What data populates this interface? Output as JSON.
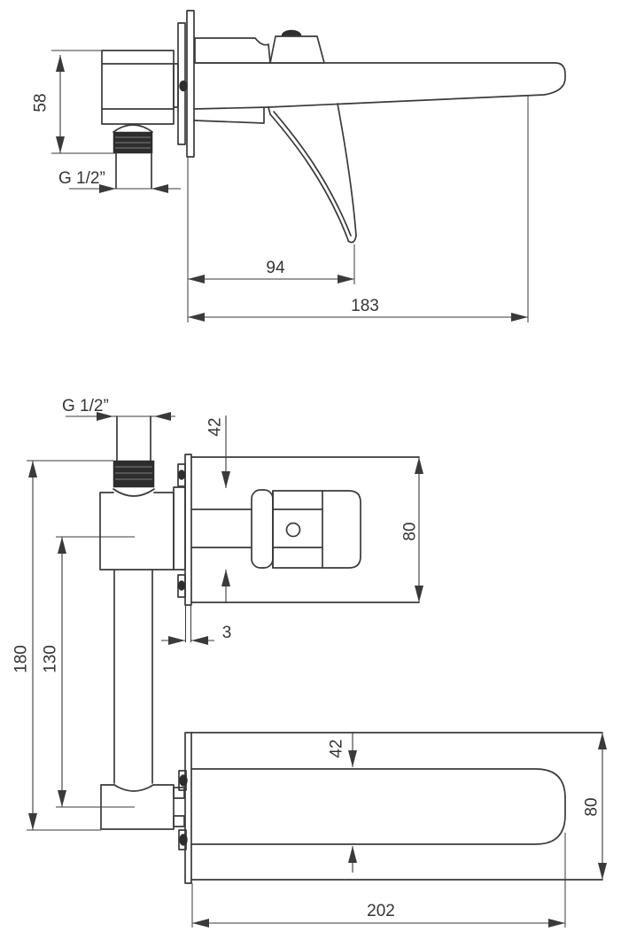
{
  "drawing": {
    "type": "technical-dimension-drawing",
    "subject": "wall-mounted basin mixer tap, two orthographic views",
    "background_color": "#ffffff",
    "line_color": "#3a3a3a",
    "views": {
      "side": {
        "name": "side-view",
        "dims": {
          "body_height": "58",
          "thread": "G 1/2”",
          "handle_reach": "94",
          "spout_reach": "183"
        }
      },
      "plan": {
        "name": "plan-view",
        "dims": {
          "thread": "G 1/2”",
          "handle_width": "42",
          "escutcheon_width": "80",
          "plate_thickness": "3",
          "pipe_height": "180",
          "axis_distance": "130",
          "spout_width": "42",
          "spout_escutcheon_width": "80",
          "spout_length": "202"
        }
      }
    }
  }
}
